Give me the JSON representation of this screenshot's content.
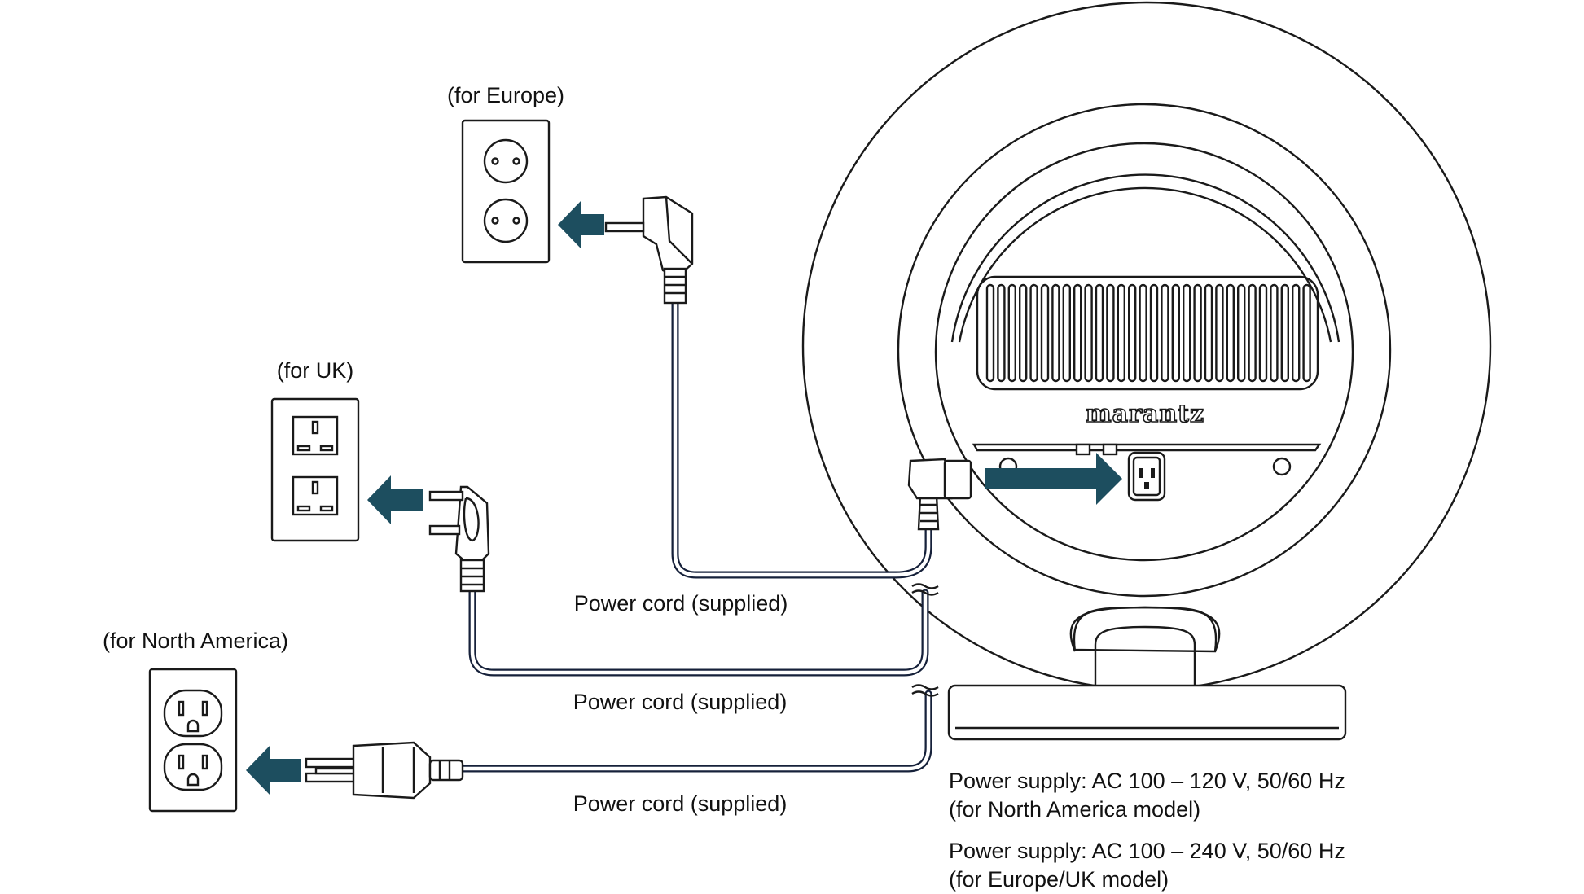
{
  "outlets": {
    "europe_label": "(for Europe)",
    "uk_label": "(for UK)",
    "north_america_label": "(for North America)"
  },
  "cords": {
    "cord1_label": "Power cord (supplied)",
    "cord2_label": "Power cord (supplied)",
    "cord3_label": "Power cord (supplied)"
  },
  "device": {
    "brand": "marantz"
  },
  "specs": {
    "na_line1": "Power supply: AC 100 – 120 V, 50/60 Hz",
    "na_line2": "(for North America model)",
    "eu_line1": "Power supply: AC 100 – 240 V, 50/60 Hz",
    "eu_line2": "(for Europe/UK model)"
  },
  "colors": {
    "arrow": "#1d4e5f",
    "line": "#1a1a1a",
    "cord": "#16213a"
  },
  "icons": [
    "arrow-left-icon",
    "arrow-right-icon",
    "schuko-outlet-icon",
    "uk-outlet-icon",
    "na-outlet-icon"
  ]
}
